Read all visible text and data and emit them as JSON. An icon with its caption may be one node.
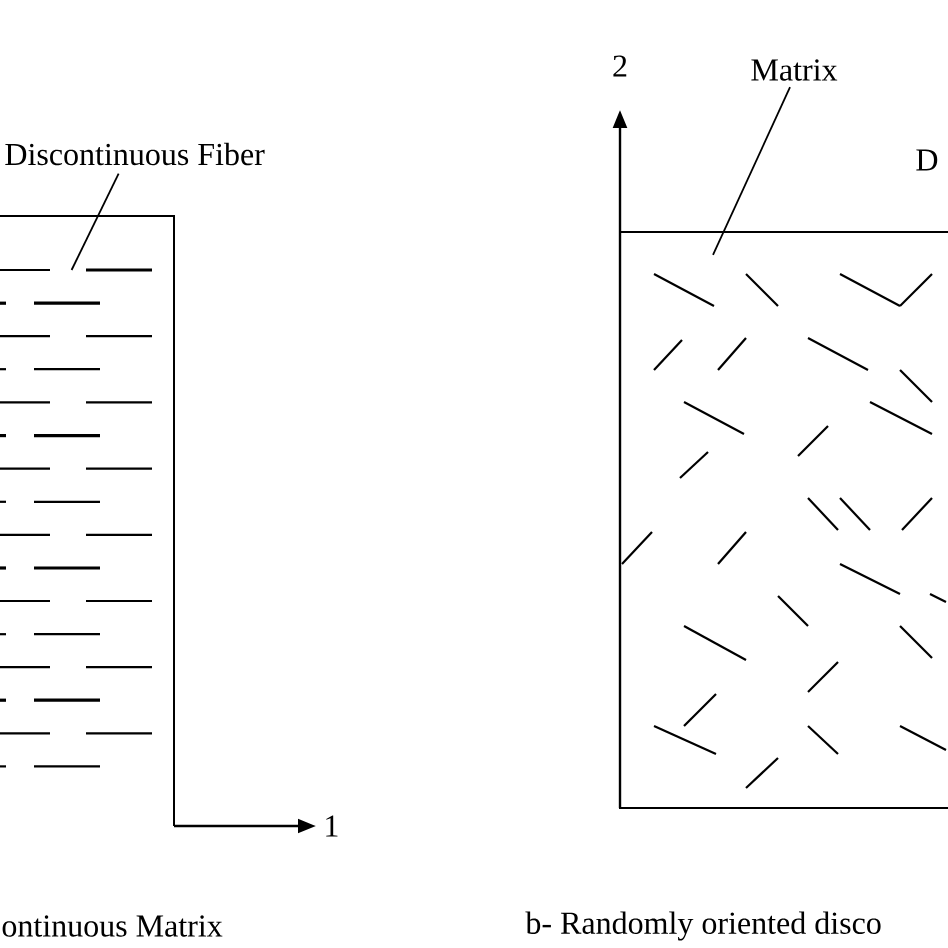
{
  "diagram": {
    "nodes": [
      {
        "text": [
          "Discontinuous Fiber"
        ]
      },
      {
        "text": [],
        "shape": "bar"
      },
      {
        "text": [
          "Matrix"
        ]
      },
      {
        "text": [],
        "shape": "box"
      }
    ],
    "edges": [
      {
        "from": 0,
        "to": 1,
        "arrow": "none"
      },
      {
        "from": 2,
        "to": 3,
        "arrow": "none"
      }
    ],
    "labels": [
      "2",
      "D",
      "1",
      "ontinuous Matrix",
      "b- Randomly oriented disco"
    ]
  }
}
